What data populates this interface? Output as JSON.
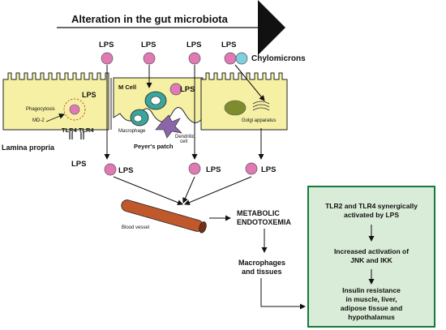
{
  "title": "Alteration in the gut microbiota",
  "labels": {
    "lps": "LPS",
    "chylomicrons": "Chylomicrons",
    "m_cell": "M Cell",
    "phagocytosis": "Phagocytosis",
    "md2": "MD-2",
    "tlr4_pair": "TLR4 TLR4",
    "lamina_propria": "Lamina propria",
    "macrophage": "Macrophage",
    "dendritic_cell_line1": "Dendritic",
    "dendritic_cell_line2": "cell",
    "peyers_patch": "Peyer's patch",
    "golgi": "Golgi apparatus",
    "blood_vessel": "Blood vessel",
    "metabolic_line1": "METABOLIC",
    "metabolic_line2": "ENDOTOXEMIA",
    "macrophages_tissues_line1": "Macrophages",
    "macrophages_tissues_line2": "and tissues"
  },
  "box": {
    "step1_line1": "TLR2 and TLR4 synergically",
    "step1_line2": "activated by LPS",
    "step2_line1": "Increased activation of",
    "step2_line2": "JNK and IKK",
    "step3_line1": "Insulin resistance",
    "step3_line2": "in muscle, liver,",
    "step3_line3": "adipose tissue and",
    "step3_line4": "hypothalamus"
  },
  "colors": {
    "lps": "#e17ab4",
    "chylomicron": "#7fd0df",
    "cell_fill": "#f6f0a4",
    "golgi": "#7f8c2d",
    "macrophage": "#3aa59a",
    "dendritic": "#8a66a8",
    "vessel": "#c0582b",
    "box_fill": "#d9ecd7",
    "box_border": "#157a3d"
  }
}
